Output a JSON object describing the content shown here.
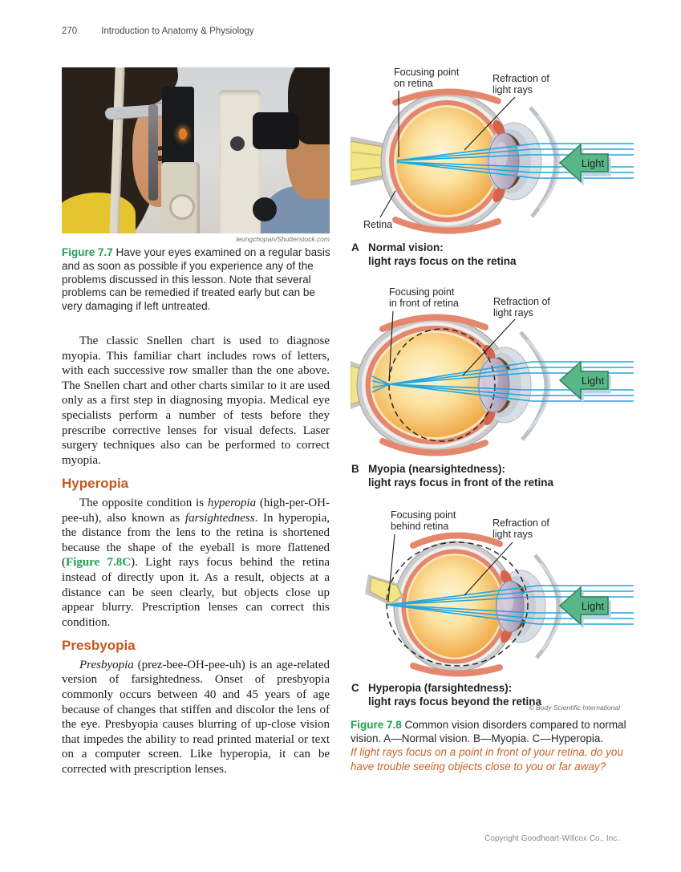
{
  "header": {
    "page_number": "270",
    "title": "Introduction to Anatomy & Physiology"
  },
  "photo": {
    "credit": "leungchopan/Shutterstock.com"
  },
  "fig77": {
    "label": "Figure 7.7",
    "text": " Have your eyes examined on a regular basis and as soon as possible if you experience any of the problems discussed in this lesson. Note that several problems can be remedied if treated early but can be very damaging if left untreated."
  },
  "article": {
    "para1": "The classic Snellen chart is used to diagnose myopia. This familiar chart includes rows of letters, with each successive row smaller than the one above. The Snellen chart and other charts similar to it are used only as a first step in diagnosing myopia. Medical eye specialists perform a number of tests before they prescribe corrective lenses for visual defects. Laser surgery techniques also can be performed to correct myopia.",
    "hyperopia": {
      "heading": "Hyperopia",
      "s1": "The opposite condition is ",
      "t1": "hyperopia",
      "s2": " (high-per-OH-pee-uh), also known as ",
      "t2": "farsightedness",
      "s3": ". In hyperopia, the distance from the lens to the retina is shortened because the shape of the eyeball is more flattened (",
      "figref": "Figure 7.8C",
      "s4": "). Light rays focus behind the retina instead of directly upon it. As a result, objects at a distance can be seen clearly, but objects close up appear blurry. Prescription lenses can correct this condition."
    },
    "presbyopia": {
      "heading": "Presbyopia",
      "t1": "Presbyopia",
      "s1": " (prez-bee-OH-pee-uh) is an age-related version of farsightedness. Onset of presbyopia commonly occurs between 40 and 45 years of age because of changes that stiffen and discolor the lens of the eye. Presbyopia causes blurring of up-close vision that impedes the ability to read printed material or text on a computer screen. Like hyperopia, it can be corrected with prescription lenses."
    }
  },
  "diagrams": {
    "A": {
      "letter": "A",
      "title": "Normal vision:",
      "subtitle": "light rays focus on the retina",
      "focus1": "Focusing point",
      "focus2": "on retina",
      "refr1": "Refraction of",
      "refr2": "light rays",
      "retina": "Retina",
      "light": "Light"
    },
    "B": {
      "letter": "B",
      "title": "Myopia (nearsightedness):",
      "subtitle": "light rays focus in front of the retina",
      "focus1": "Focusing point",
      "focus2": "in front of retina",
      "refr1": "Refraction of",
      "refr2": "light rays",
      "light": "Light"
    },
    "C": {
      "letter": "C",
      "title": "Hyperopia (farsightedness):",
      "subtitle": "light rays focus beyond the retina",
      "focus1": "Focusing point",
      "focus2": "behind retina",
      "refr1": "Refraction of",
      "refr2": "light rays",
      "light": "Light"
    },
    "credit": "© Body Scientific International"
  },
  "fig78": {
    "label": "Figure 7.8",
    "text": " Common vision disorders compared to normal vision. A—Normal vision. B—Myopia. C—Hyperopia.",
    "question": "If light rays focus on a point in front of your retina, do you have trouble seeing objects close to you or far away?"
  },
  "footer": {
    "copyright": "Copyright Goodheart-Willcox Co., Inc."
  },
  "colors": {
    "figure_label_green": "#21a050",
    "heading_orange": "#c4581f",
    "question_orange": "#cb6328",
    "ray_cyan": "#1fa7e0",
    "arrow_green": "#58b789"
  }
}
